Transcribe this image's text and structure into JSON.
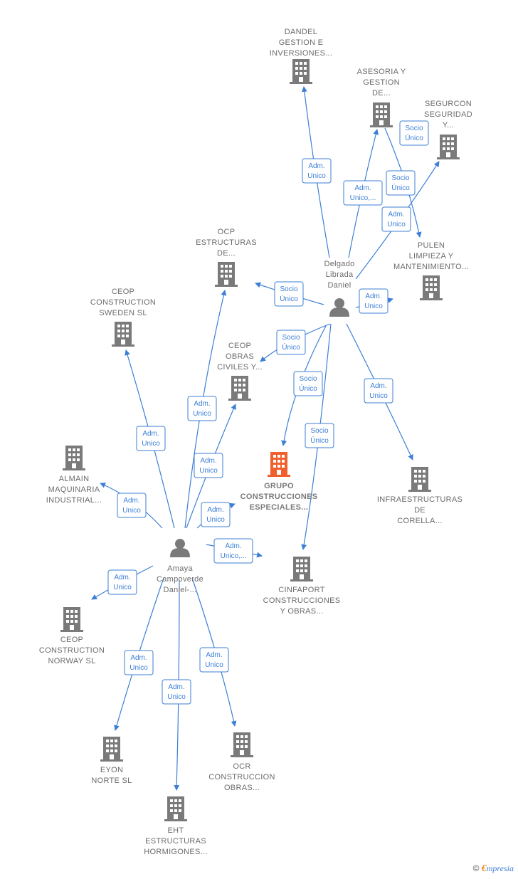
{
  "colors": {
    "edge": "#3d7fd6",
    "company": "#7a7a7a",
    "focus_company": "#f0602c",
    "person": "#7a7a7a",
    "label": "#6b6b6b"
  },
  "nodes": [
    {
      "id": "dandel",
      "kind": "company",
      "icon": "building-icon",
      "label": [
        "DANDEL",
        "GESTION E",
        "INVERSIONES..."
      ]
    },
    {
      "id": "asesoria",
      "kind": "company",
      "icon": "building-icon",
      "label": [
        "ASESORIA Y",
        "GESTION",
        "DE..."
      ]
    },
    {
      "id": "segurcon",
      "kind": "company",
      "icon": "building-icon",
      "label": [
        "SEGURCON",
        "SEGURIDAD",
        "Y..."
      ]
    },
    {
      "id": "pulen",
      "kind": "company",
      "icon": "building-icon",
      "label": [
        "PULEN",
        "LIMPIEZA Y",
        "MANTENIMIENTO..."
      ]
    },
    {
      "id": "delgado",
      "kind": "person",
      "icon": "person-icon",
      "label": [
        "Delgado",
        "Librada",
        "Daniel"
      ]
    },
    {
      "id": "ocp",
      "kind": "company",
      "icon": "building-icon",
      "label": [
        "OCP",
        "ESTRUCTURAS",
        "DE..."
      ]
    },
    {
      "id": "ceop_sweden",
      "kind": "company",
      "icon": "building-icon",
      "label": [
        "CEOP",
        "CONSTRUCTION",
        "SWEDEN  SL"
      ]
    },
    {
      "id": "ceop_obras",
      "kind": "company",
      "icon": "building-icon",
      "label": [
        "CEOP",
        "OBRAS",
        "CIVILES Y..."
      ]
    },
    {
      "id": "grupo",
      "kind": "focus",
      "icon": "building-icon",
      "label": [
        "GRUPO",
        "CONSTRUCCIONES",
        "ESPECIALES..."
      ]
    },
    {
      "id": "almain",
      "kind": "company",
      "icon": "building-icon",
      "label": [
        "ALMAIN",
        "MAQUINARIA",
        "INDUSTRIAL..."
      ]
    },
    {
      "id": "infra",
      "kind": "company",
      "icon": "building-icon",
      "label": [
        "INFRAESTRUCTURAS",
        "DE",
        "CORELLA..."
      ]
    },
    {
      "id": "amaya",
      "kind": "person",
      "icon": "person-icon",
      "label": [
        "Amaya",
        "Campoverde",
        "Daniel-..."
      ]
    },
    {
      "id": "cinfaport",
      "kind": "company",
      "icon": "building-icon",
      "label": [
        "CINFAPORT",
        "CONSTRUCCIONES",
        "Y OBRAS..."
      ]
    },
    {
      "id": "ceop_norway",
      "kind": "company",
      "icon": "building-icon",
      "label": [
        "CEOP",
        "CONSTRUCTION",
        "NORWAY  SL"
      ]
    },
    {
      "id": "eyon",
      "kind": "company",
      "icon": "building-icon",
      "label": [
        "EYON",
        "NORTE  SL"
      ]
    },
    {
      "id": "ocr",
      "kind": "company",
      "icon": "building-icon",
      "label": [
        "OCR",
        "CONSTRUCCION",
        "OBRAS..."
      ]
    },
    {
      "id": "eht",
      "kind": "company",
      "icon": "building-icon",
      "label": [
        "EHT",
        "ESTRUCTURAS",
        "HORMIGONES..."
      ]
    }
  ],
  "edges": [
    {
      "from": "delgado",
      "to": "dandel",
      "label": [
        "Adm.",
        "Unico"
      ]
    },
    {
      "from": "delgado",
      "to": "asesoria",
      "label": [
        "Adm.",
        "Unico,..."
      ]
    },
    {
      "from": "delgado",
      "to": "segurcon",
      "label": [
        "Adm.",
        "Unico"
      ]
    },
    {
      "from": "asesoria",
      "to": "pulen",
      "label": [
        "Socio",
        "Único"
      ]
    },
    {
      "from": "segurcon",
      "to": "segurcon",
      "label": [
        "Socio",
        "Único"
      ]
    },
    {
      "from": "delgado",
      "to": "pulen",
      "label": [
        "Adm.",
        "Unico"
      ]
    },
    {
      "from": "delgado",
      "to": "ocp",
      "label": [
        "Socio",
        "Único"
      ]
    },
    {
      "from": "delgado",
      "to": "ceop_obras",
      "label": [
        "Socio",
        "Único"
      ]
    },
    {
      "from": "delgado",
      "to": "grupo",
      "label": [
        "Socio",
        "Único"
      ]
    },
    {
      "from": "delgado",
      "to": "cinfaport",
      "label": [
        "Socio",
        "Único"
      ]
    },
    {
      "from": "delgado",
      "to": "infra",
      "label": [
        "Adm.",
        "Unico"
      ]
    },
    {
      "from": "amaya",
      "to": "ocp",
      "label": [
        "Adm.",
        "Unico"
      ]
    },
    {
      "from": "amaya",
      "to": "ceop_sweden",
      "label": [
        "Adm.",
        "Unico"
      ]
    },
    {
      "from": "amaya",
      "to": "ceop_obras",
      "label": [
        "Adm.",
        "Unico"
      ]
    },
    {
      "from": "amaya",
      "to": "grupo",
      "label": [
        "Adm.",
        "Unico"
      ]
    },
    {
      "from": "amaya",
      "to": "almain",
      "label": [
        "Adm.",
        "Unico"
      ]
    },
    {
      "from": "amaya",
      "to": "cinfaport",
      "label": [
        "Adm.",
        "Unico,..."
      ]
    },
    {
      "from": "amaya",
      "to": "ceop_norway",
      "label": [
        "Adm.",
        "Unico"
      ]
    },
    {
      "from": "amaya",
      "to": "eyon",
      "label": [
        "Adm.",
        "Unico"
      ]
    },
    {
      "from": "amaya",
      "to": "eht",
      "label": [
        "Adm.",
        "Unico"
      ]
    },
    {
      "from": "amaya",
      "to": "ocr",
      "label": [
        "Adm.",
        "Unico"
      ]
    }
  ],
  "footer": {
    "copyright": "©",
    "brand_initial": "€",
    "brand_rest": "mpresia"
  }
}
